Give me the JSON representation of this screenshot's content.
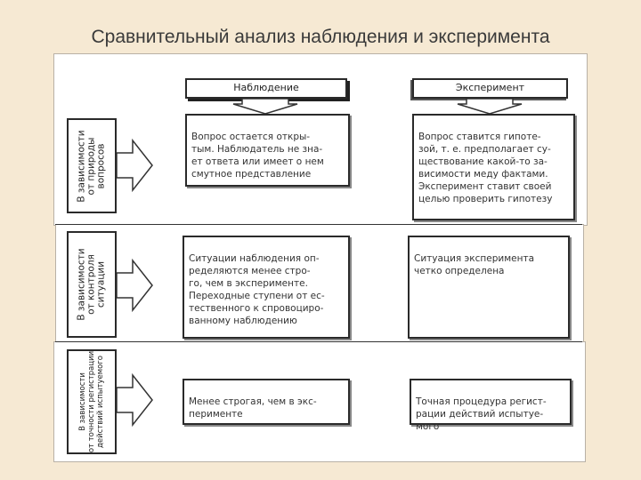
{
  "title": "Сравнительный анализ наблюдения и эксперимента",
  "columns": {
    "observation": "Наблюдение",
    "experiment": "Эксперимент"
  },
  "rows": [
    {
      "label": "В зависимости\nот природы\nвопросов",
      "observation": "Вопрос остается откры-\nтым. Наблюдатель не зна-\nет ответа или имеет о нем\nсмутное представление",
      "experiment": "Вопрос ставится гипоте-\nзой, т. е. предполагает су-\nществование какой-то за-\nвисимости меду фактами.\nЭксперимент ставит своей\nцелью проверить гипотезу"
    },
    {
      "label": "В зависимости\nот контроля\nситуации",
      "observation": "Ситуации наблюдения оп-\nределяются менее стро-\nго, чем в эксперименте.\nПереходные ступени от ес-\nтественного к спровоциро-\nванному наблюдению",
      "experiment": "Ситуация эксперимента\nчетко определена"
    },
    {
      "label": "В зависимости\nот точности регистрации\nдействий испытуемого",
      "observation": "Менее строгая, чем в экс-\nперименте",
      "experiment": "Точная процедура регист-\nрации действий испытуе-\nмого"
    }
  ]
}
